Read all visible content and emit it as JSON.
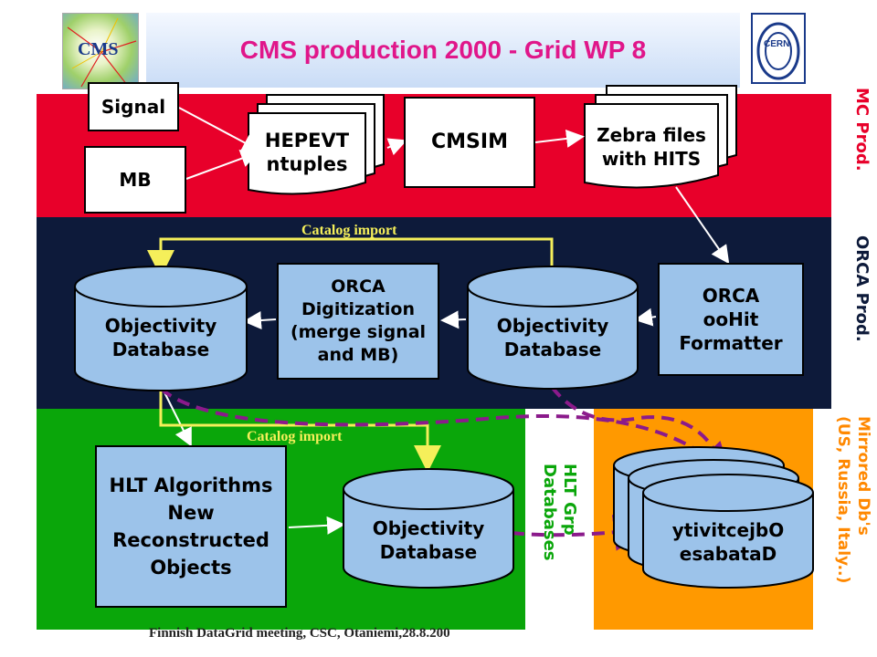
{
  "title": "CMS production 2000 - Grid WP 8",
  "logos": {
    "left": "CMS",
    "right": "CERN"
  },
  "sections": {
    "mc_prod": "MC Prod.",
    "orca_prod": "ORCA Prod.",
    "hlt_grp": "HLT Grp\nDatabases",
    "mirrored": "Mirrored Db's\n(US, Russia, Italy..)"
  },
  "nodes": {
    "signal": "Signal",
    "mb": "MB",
    "hepevt": "HEPEVT\nntuples",
    "cmsim": "CMSIM",
    "zebra": "Zebra files\nwith HITS",
    "orca_hit": "ORCA\nooHit\nFormatter",
    "objdb_right": "Objectivity\nDatabase",
    "orca_digi": "ORCA\nDigitization\n(merge signal\nand MB)",
    "objdb_left": "Objectivity\nDatabase",
    "hlt": "HLT Algorithms\nNew\nReconstructed\nObjects",
    "objdb_hlt": "Objectivity\nDatabase",
    "mirrored_db": "ytivitcejbO\nesabataD"
  },
  "catalog_import_1": "Catalog import",
  "catalog_import_2": "Catalog import",
  "footer_left": "Finnish DataGrid meeting, CSC, Otaniemi,28.8.200",
  "colors": {
    "mc_band": "#e8002a",
    "orca_band": "#0d1a3a",
    "hlt_band": "#0aa60a",
    "mirror_band": "#ff9900",
    "db_blue": "#9cc3ea",
    "title_text": "#e0168a",
    "yellow_line": "#f5ef5a",
    "dashed": "#8b1a8b"
  }
}
